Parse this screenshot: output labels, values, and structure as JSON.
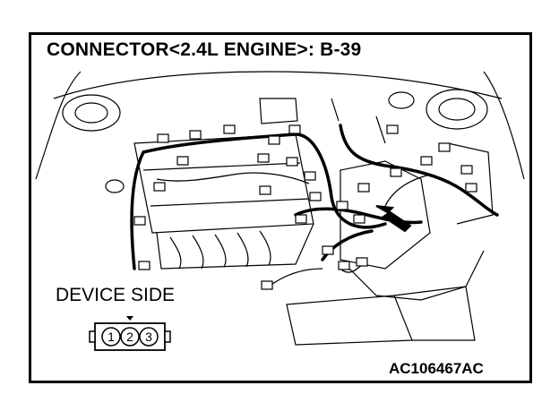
{
  "figure": {
    "title": "CONNECTOR<2.4L ENGINE>: B-39",
    "device_label": "DEVICE SIDE",
    "figure_code": "AC106467AC",
    "connector_pins": [
      "1",
      "2",
      "3"
    ]
  }
}
